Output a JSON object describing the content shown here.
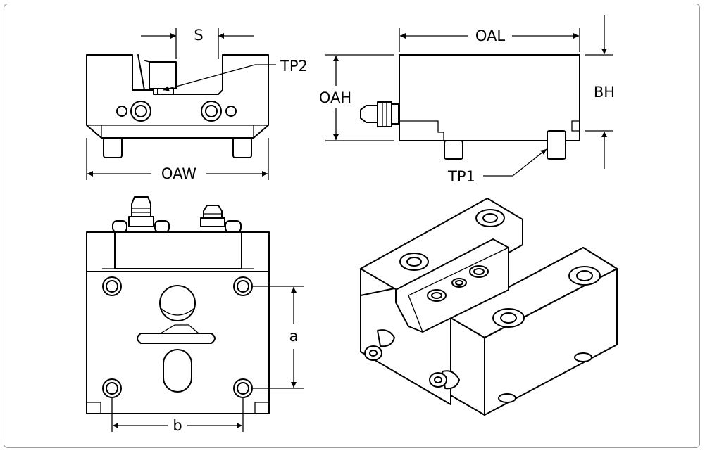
{
  "labels": {
    "s": "S",
    "tp2": "TP2",
    "oal": "OAL",
    "oah": "OAH",
    "bh": "BH",
    "tp1": "TP1",
    "oaw": "OAW",
    "a": "a",
    "b": "b"
  },
  "colors": {
    "line": "#000000",
    "shade": "#c9c9c9",
    "frame": "#999999"
  }
}
